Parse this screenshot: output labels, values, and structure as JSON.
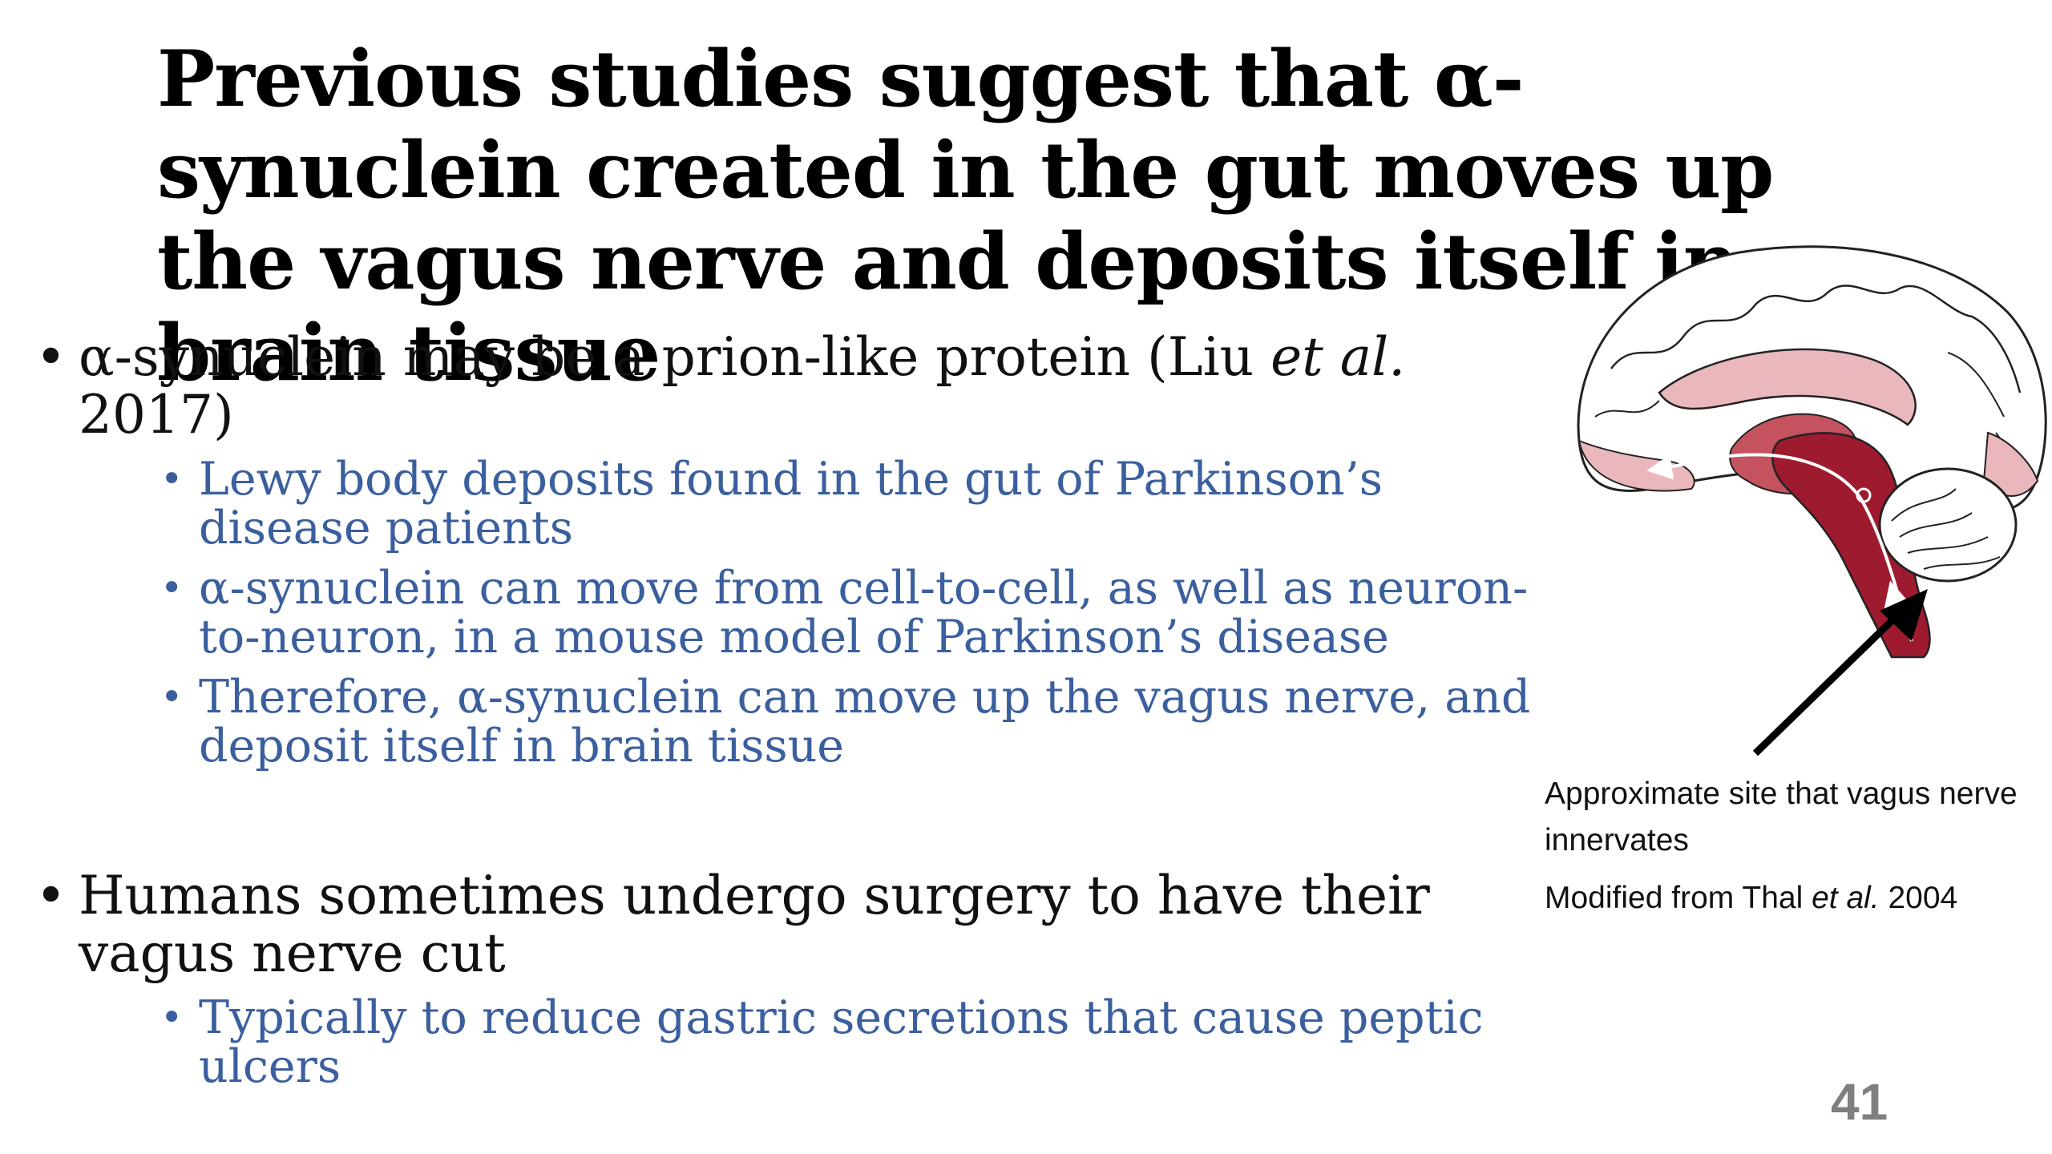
{
  "slide": {
    "title": "Previous studies suggest that α-synuclein created in the gut moves up the vagus nerve and deposits itself in brain tissue",
    "bullets": [
      {
        "text": "α-synuclein may be a prion-like protein (Liu ",
        "italic": "et al.",
        "text_after": " 2017)",
        "sub": [
          "Lewy body deposits found in the gut of Parkinson’s disease patients",
          "α-synuclein can move from cell-to-cell, as well as neuron-to-neuron, in a mouse model of Parkinson’s disease",
          "Therefore, α-synuclein can move up the vagus nerve, and deposit itself in brain tissue"
        ]
      },
      {
        "text": "Humans sometimes undergo surgery to have their vagus nerve cut",
        "sub": [
          "Typically to reduce gastric secretions that cause peptic ulcers"
        ]
      }
    ],
    "figure": {
      "icon": "brain-sagittal-illustration",
      "caption": "Approximate site that vagus nerve innervates",
      "credit_prefix": "Modified from Thal ",
      "credit_italic": "et al.",
      "credit_suffix": " 2004"
    },
    "page_number": "41",
    "colors": {
      "sub_bullet": "#3b5f9e",
      "brainstem": "#9e1b2f",
      "midbrain": "#c4525f",
      "cortex_pink": "#e9b7bc"
    }
  }
}
